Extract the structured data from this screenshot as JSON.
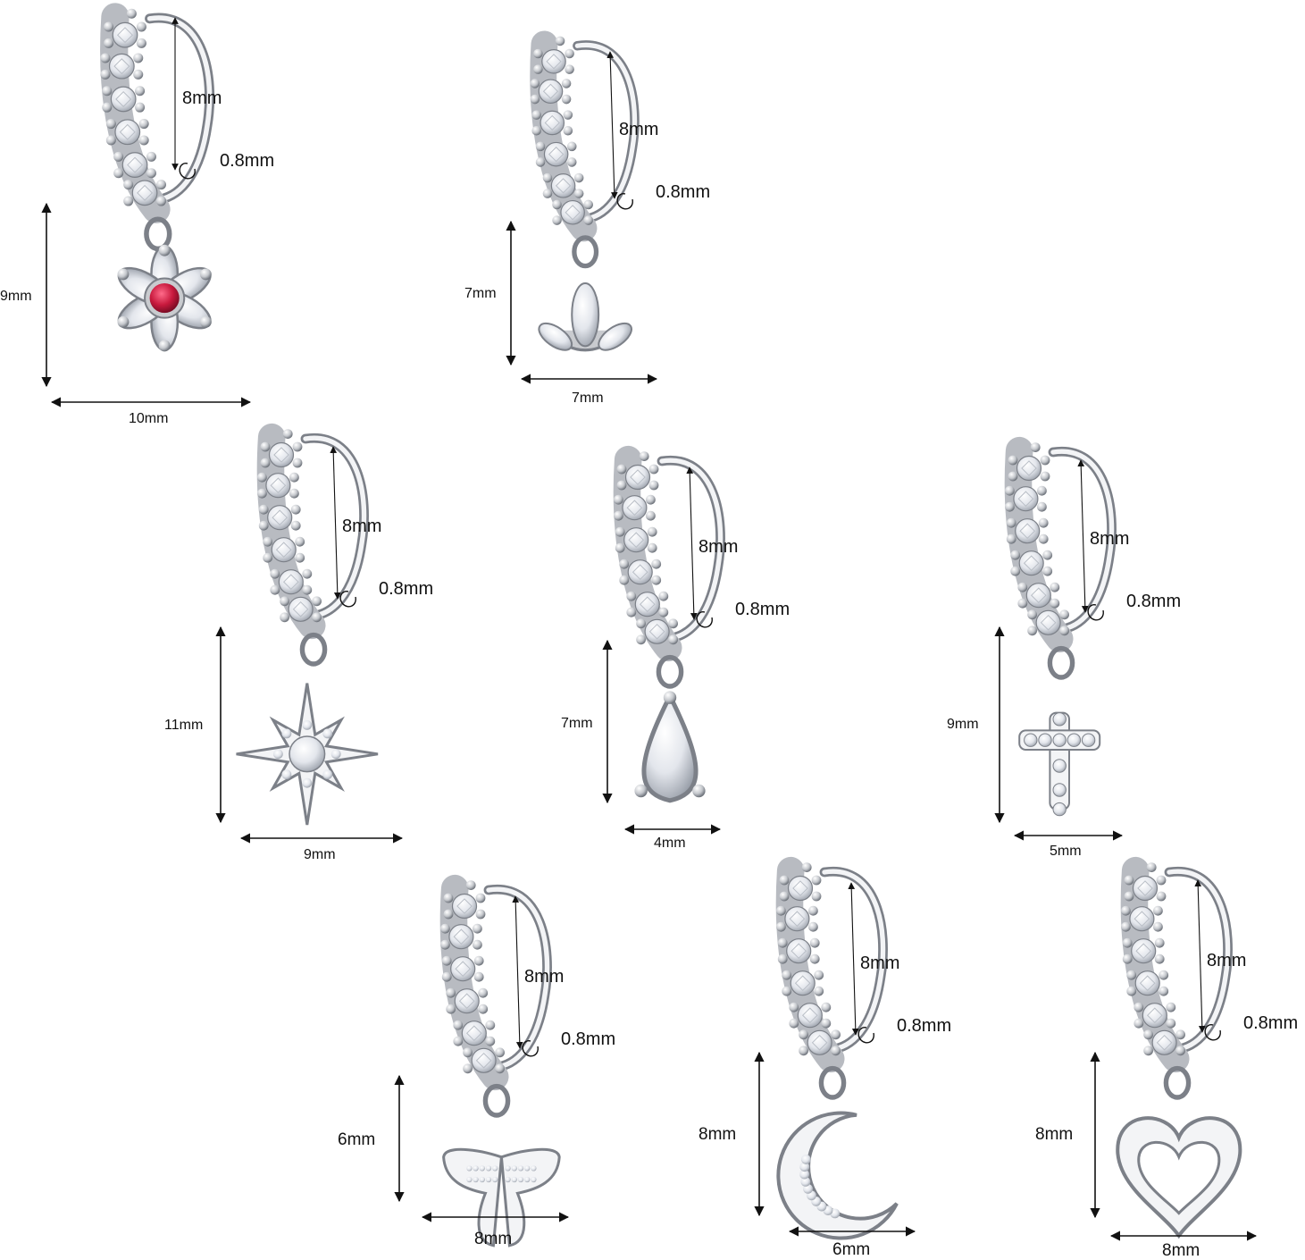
{
  "colors": {
    "metal": "#c9cbcf",
    "metal_dark": "#7c8088",
    "metal_light": "#f3f4f6",
    "crystal": "#eef0f4",
    "ruby": "#c8193d",
    "arrow": "#111111"
  },
  "items": [
    {
      "name": "flower-ring",
      "pendant_icon": "flower-icon",
      "ring_diameter": "8mm",
      "wire_gauge": "0.8mm",
      "pendant_height": "9mm",
      "pendant_width": "10mm"
    },
    {
      "name": "lotus-ring",
      "pendant_icon": "lotus-icon",
      "ring_diameter": "8mm",
      "wire_gauge": "0.8mm",
      "pendant_height": "7mm",
      "pendant_width": "7mm"
    },
    {
      "name": "star-ring",
      "pendant_icon": "star-icon",
      "ring_diameter": "8mm",
      "wire_gauge": "0.8mm",
      "pendant_height": "11mm",
      "pendant_width": "9mm"
    },
    {
      "name": "teardrop-ring",
      "pendant_icon": "teardrop-icon",
      "ring_diameter": "8mm",
      "wire_gauge": "0.8mm",
      "pendant_height": "7mm",
      "pendant_width": "4mm"
    },
    {
      "name": "cross-ring",
      "pendant_icon": "cross-icon",
      "ring_diameter": "8mm",
      "wire_gauge": "0.8mm",
      "pendant_height": "9mm",
      "pendant_width": "5mm"
    },
    {
      "name": "butterfly-ring",
      "pendant_icon": "butterfly-icon",
      "ring_diameter": "8mm",
      "wire_gauge": "0.8mm",
      "pendant_height": "6mm",
      "pendant_width": "8mm"
    },
    {
      "name": "moon-ring",
      "pendant_icon": "moon-icon",
      "ring_diameter": "8mm",
      "wire_gauge": "0.8mm",
      "pendant_height": "8mm",
      "pendant_width": "6mm"
    },
    {
      "name": "heart-ring",
      "pendant_icon": "heart-icon",
      "ring_diameter": "8mm",
      "wire_gauge": "0.8mm",
      "pendant_height": "8mm",
      "pendant_width": "8mm"
    }
  ]
}
